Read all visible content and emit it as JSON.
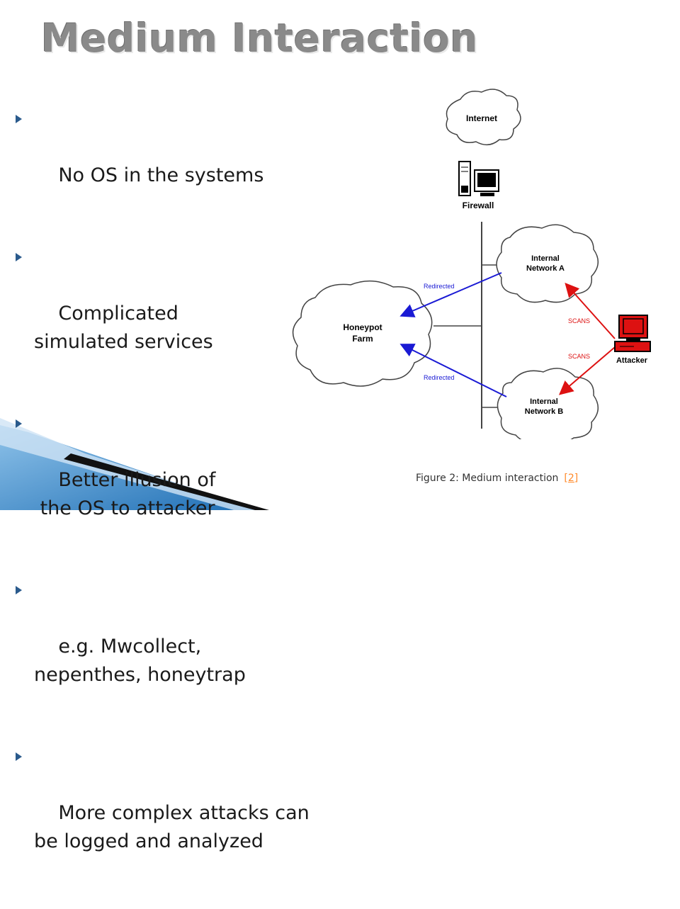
{
  "slide": {
    "title": "Medium Interaction",
    "bullets": [
      "No OS in the systems",
      "Complicated\nsimulated services",
      "Better illusion of\n the OS to attacker",
      "e.g. Mwcollect,\nnepenthes, honeytrap",
      "More complex attacks can\nbe logged and analyzed"
    ],
    "caption": "Figure 2: Medium interaction",
    "caption_ref": "[2]"
  },
  "diagram": {
    "internet_label": "Internet",
    "firewall_label": "Firewall",
    "network_a_label_1": "Internal",
    "network_a_label_2": "Network A",
    "network_b_label_1": "Internal",
    "network_b_label_2": "Network B",
    "honeypot_label_1": "Honeypot",
    "honeypot_label_2": "Farm",
    "attacker_label": "Attacker",
    "redirected_top": "Redirected",
    "redirected_bottom": "Redirected",
    "scans_top": "SCANS",
    "scans_bottom": "SCANS",
    "colors": {
      "redirect": "#1a1ad4",
      "scan": "#dd1111",
      "attacker": "#dd1111",
      "bullet_arrow": "#2a5a8c"
    }
  }
}
